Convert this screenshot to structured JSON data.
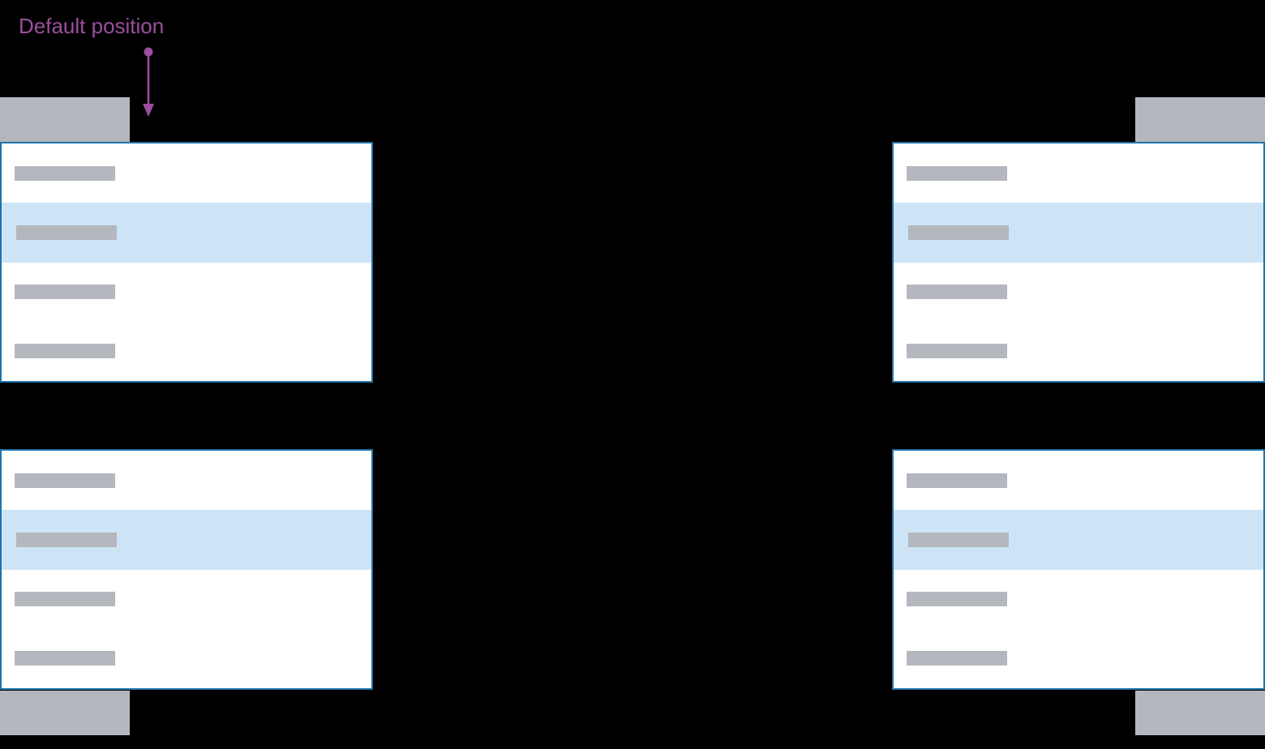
{
  "annotation": {
    "label": "Default position"
  },
  "colors": {
    "page-bg": "#000000",
    "menu-bg": "#ffffff",
    "menu-border": "#2173a8",
    "menu-highlight": "#cde4f6",
    "placeholder": "#b4b7be",
    "annotation": "#9c4f9f"
  },
  "dropdown_examples": [
    {
      "id": "top-left",
      "items": 4,
      "selected_index": 1
    },
    {
      "id": "top-right",
      "items": 4,
      "selected_index": 1
    },
    {
      "id": "bottom-left",
      "items": 4,
      "selected_index": 1
    },
    {
      "id": "bottom-right",
      "items": 4,
      "selected_index": 1
    }
  ]
}
